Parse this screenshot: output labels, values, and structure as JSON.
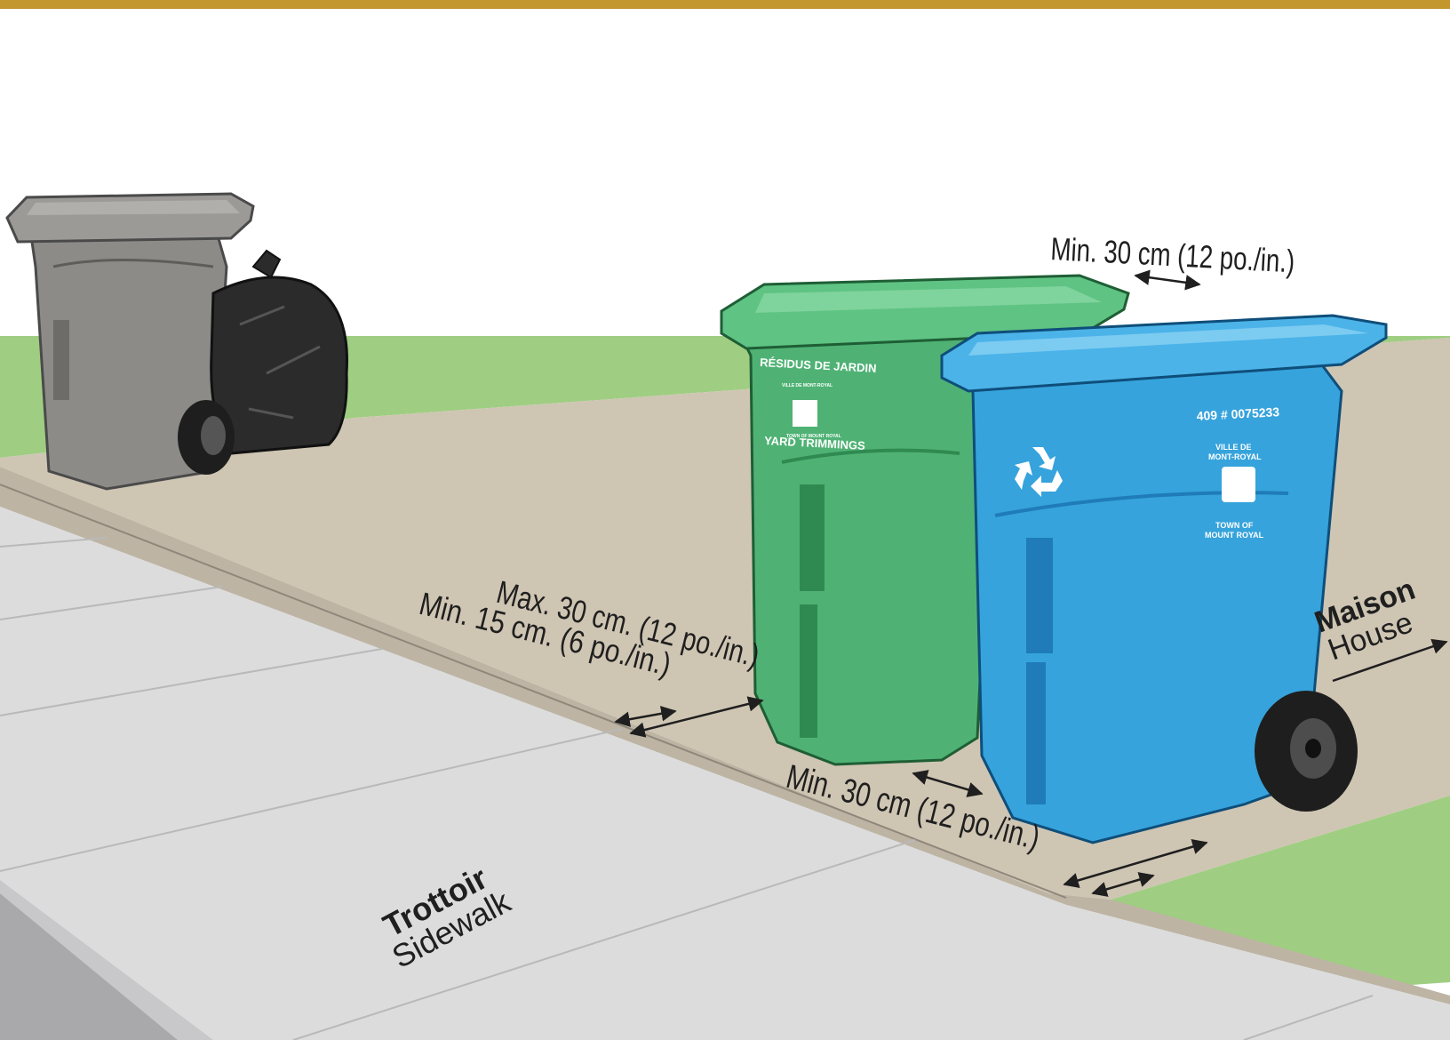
{
  "colors": {
    "gold_bar": "#c4962e",
    "grass": "#9fce82",
    "setback": "#cfc5b3",
    "sidewalk": "#dcdcdc",
    "curb": "#a9a9ab",
    "grey_bin": "#8d8b88",
    "green_bin": "#4fb274",
    "blue_bin": "#36a3dc",
    "bag": "#2b2b2b"
  },
  "labels": {
    "top_spacing": "Min. 30 cm (12 po./in.)",
    "curb_max": "Max. 30 cm. (12 po./in.)",
    "curb_min": "Min. 15 cm. (6 po./in.)",
    "bottom_spacing": "Min. 30 cm (12 po./in.)",
    "sidewalk_fr": "Trottoir",
    "sidewalk_en": "Sidewalk",
    "house_fr": "Maison",
    "house_en": "House"
  },
  "green_bin": {
    "label_fr": "RÉSIDUS DE JARDIN",
    "label_en": "YARD TRIMMINGS",
    "town_fr": "VILLE DE MONT-ROYAL",
    "town_en": "TOWN OF MOUNT ROYAL"
  },
  "blue_bin": {
    "serial": "409 # 0075233",
    "town_fr_1": "VILLE DE",
    "town_fr_2": "MONT-ROYAL",
    "town_en_1": "TOWN OF",
    "town_en_2": "MOUNT ROYAL",
    "icon": "recycle-icon"
  }
}
